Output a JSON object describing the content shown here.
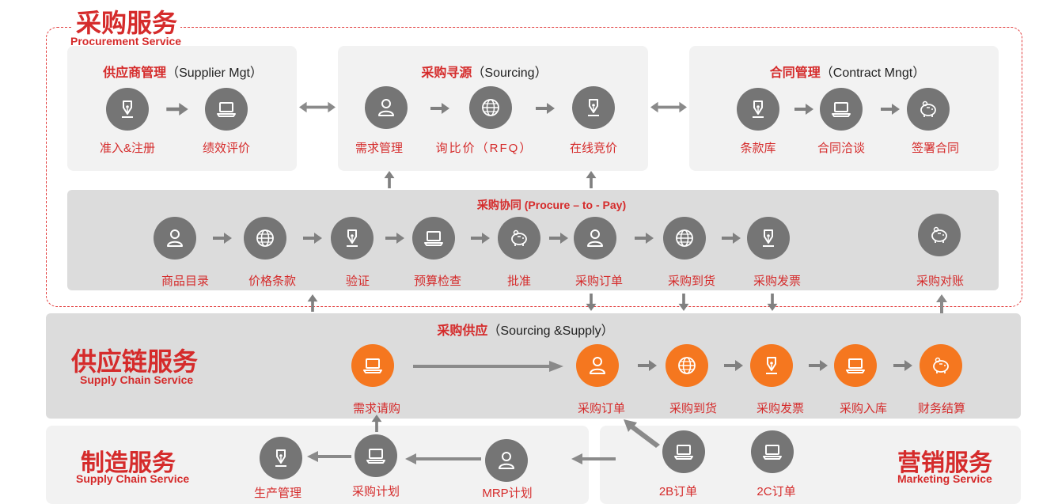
{
  "sections": {
    "procurement": {
      "title": "采购服务",
      "subtitle": "Procurement Service"
    },
    "supply_chain": {
      "title": "供应链服务",
      "subtitle": "Supply Chain Service"
    },
    "manufacturing": {
      "title": "制造服务",
      "subtitle": "Supply Chain Service"
    },
    "marketing": {
      "title": "营销服务",
      "subtitle": "Marketing  Service"
    }
  },
  "panels": {
    "supplier": {
      "title_cn": "供应商管理",
      "title_en": "（Supplier Mgt）",
      "nodes": [
        "准入&注册",
        "绩效评价"
      ]
    },
    "sourcing": {
      "title_cn": "采购寻源",
      "title_en": "（Sourcing）",
      "nodes": [
        "需求管理",
        "询比价（RFQ）",
        "在线竞价"
      ]
    },
    "contract": {
      "title_cn": "合同管理",
      "title_en": "（Contract Mngt）",
      "nodes": [
        "条款库",
        "合同洽谈",
        "签署合同"
      ]
    },
    "p2p": {
      "title": "采购协同 (Procure – to - Pay)",
      "nodes": [
        "商品目录",
        "价格条款",
        "验证",
        "预算检查",
        "批准",
        "采购订单",
        "采购到货",
        "采购发票",
        "采购对账"
      ]
    },
    "supply": {
      "title_cn": "采购供应",
      "title_en": "（Sourcing &Supply）",
      "nodes": [
        "需求请购",
        "采购订单",
        "采购到货",
        "采购发票",
        "采购入库",
        "财务结算"
      ]
    },
    "mfg": {
      "nodes": [
        "生产管理",
        "采购计划",
        "MRP计划"
      ]
    },
    "mkt": {
      "nodes": [
        "2B订单",
        "2C订单"
      ]
    }
  },
  "colors": {
    "accent": "#d52b2b",
    "orange": "#f5771f",
    "gray_node": "#757575",
    "panel": "#f2f2f2",
    "band": "#dcdcdc"
  },
  "icons": {
    "pen": "pen-nib-icon",
    "user": "user-icon",
    "globe": "globe-icon",
    "laptop": "laptop-icon",
    "piggy": "piggy-bank-icon"
  }
}
